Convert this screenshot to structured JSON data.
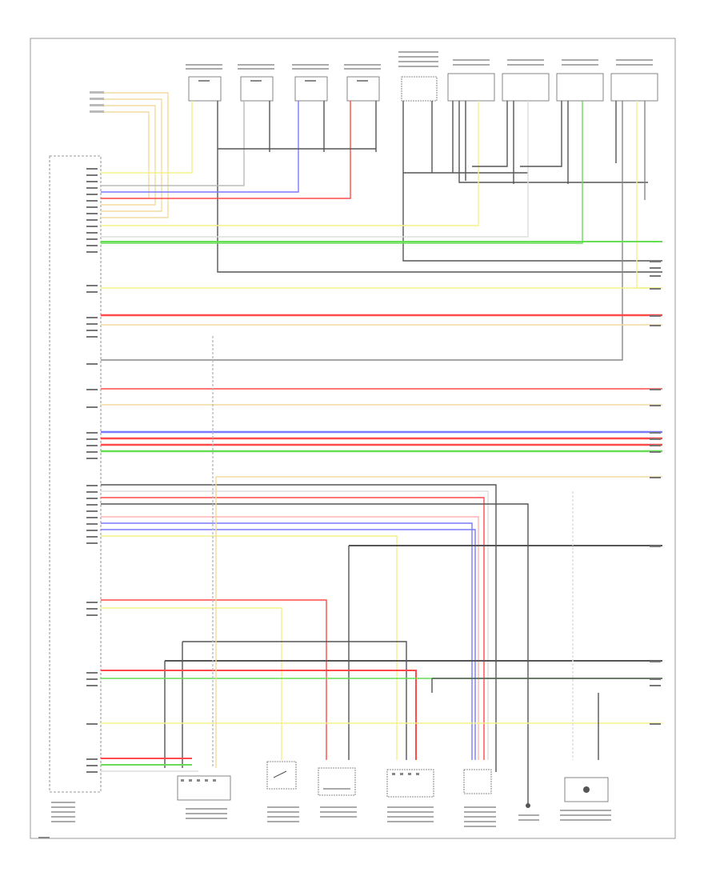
{
  "diagram": {
    "page_marker": "",
    "wire_colors": {
      "yellow": "#f3f08a",
      "orange": "#f1dca0",
      "blue": "#7a7aff",
      "red": "#ff4a4a",
      "pink": "#ffb3b3",
      "green": "#66dd55",
      "gray": "#888888",
      "black": "#555555",
      "lightgray": "#bbbbbb"
    },
    "blocks": [
      {
        "id": "ecm",
        "label": ""
      },
      {
        "id": "ign-coil-1",
        "label": ""
      },
      {
        "id": "ign-coil-2",
        "label": ""
      },
      {
        "id": "ign-coil-3",
        "label": ""
      },
      {
        "id": "ign-coil-4",
        "label": ""
      },
      {
        "id": "sensor-top-5",
        "label": ""
      },
      {
        "id": "injector-1",
        "label": ""
      },
      {
        "id": "injector-2",
        "label": ""
      },
      {
        "id": "injector-3",
        "label": ""
      },
      {
        "id": "injector-4",
        "label": ""
      },
      {
        "id": "knock-sensor-connector",
        "label": ""
      },
      {
        "id": "oil-pressure-switch",
        "label": ""
      },
      {
        "id": "vsv",
        "label": ""
      },
      {
        "id": "map-sensor",
        "label": ""
      },
      {
        "id": "throttle-sensor",
        "label": ""
      },
      {
        "id": "ground",
        "label": ""
      },
      {
        "id": "heater-relay",
        "label": ""
      }
    ]
  }
}
